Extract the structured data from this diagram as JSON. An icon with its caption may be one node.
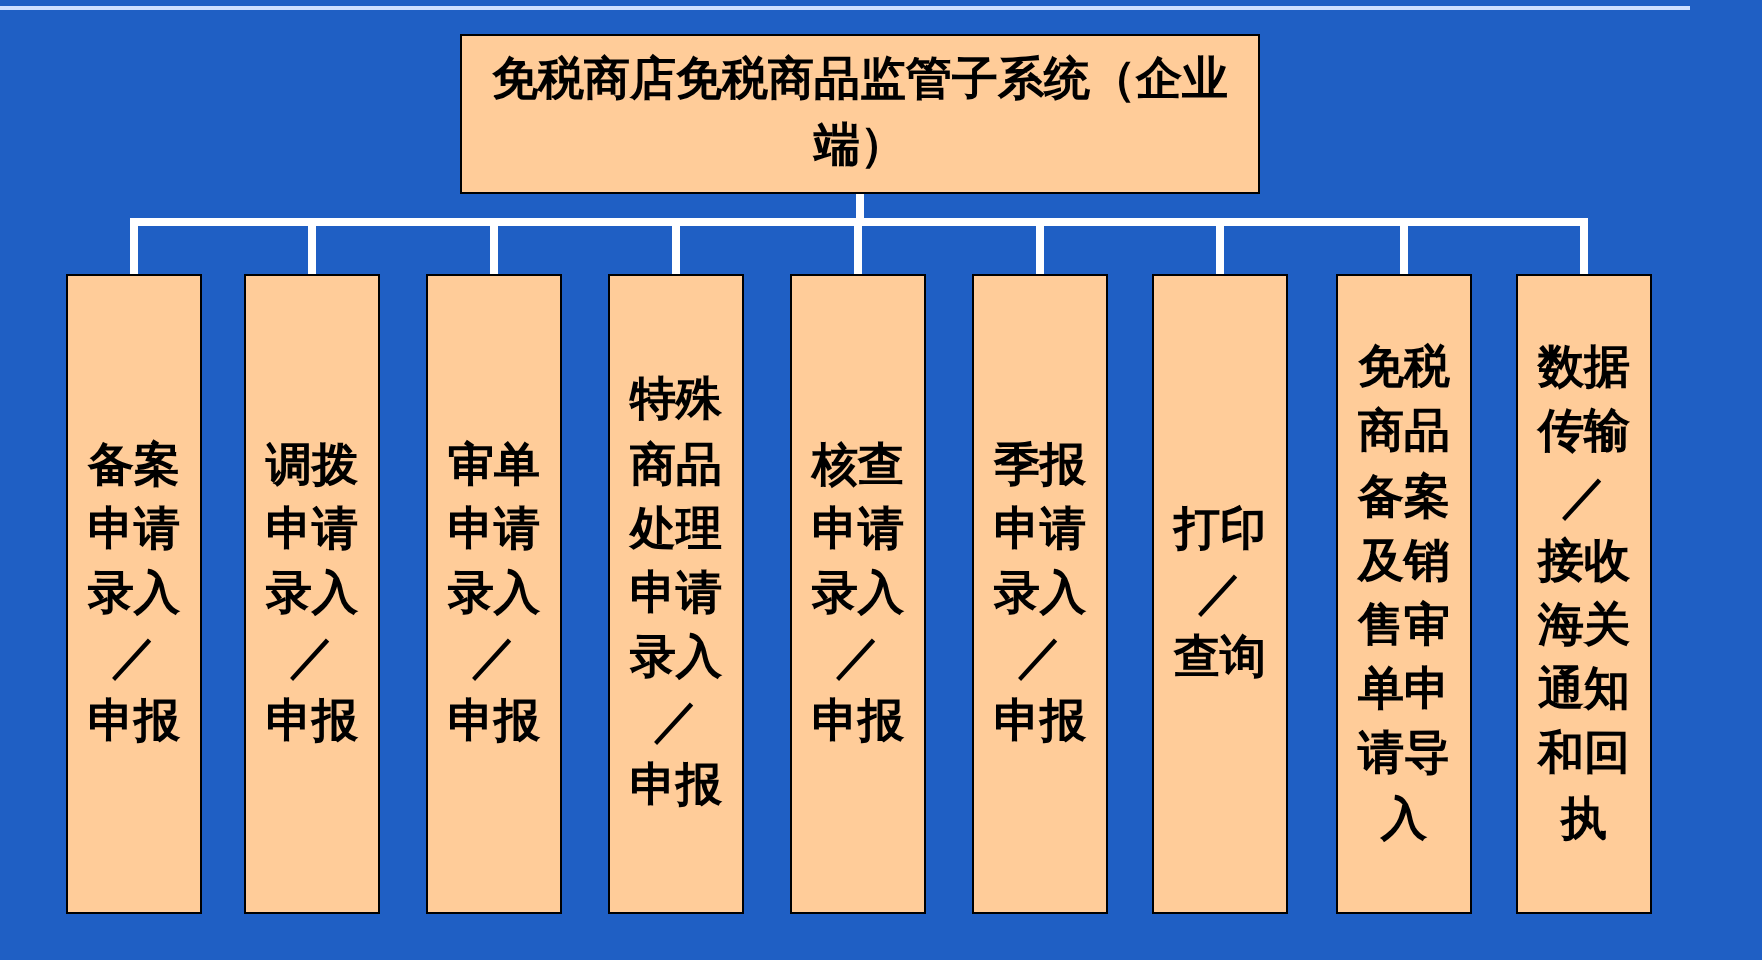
{
  "diagram": {
    "nodes": [
      {
        "text": [
          "免税商店免税商品监管子系统（企业端）"
        ]
      },
      {
        "text": [
          "备案申请录入／申报"
        ]
      },
      {
        "text": [
          "调拨申请录入／申报"
        ]
      },
      {
        "text": [
          "审单申请录入／申报"
        ]
      },
      {
        "text": [
          "特殊商品处理申请录入／申报"
        ]
      },
      {
        "text": [
          "核查申请录入／申报"
        ]
      },
      {
        "text": [
          "季报申请录入／申报"
        ]
      },
      {
        "text": [
          "打印／查询"
        ]
      },
      {
        "text": [
          "免税商品备案及销售审单申请导入"
        ]
      },
      {
        "text": [
          "数据传输／接收海关通知和回执"
        ]
      }
    ],
    "edges": [
      {
        "from": 0,
        "to": 1,
        "arrow": "none"
      },
      {
        "from": 0,
        "to": 2,
        "arrow": "none"
      },
      {
        "from": 0,
        "to": 3,
        "arrow": "none"
      },
      {
        "from": 0,
        "to": 4,
        "arrow": "none"
      },
      {
        "from": 0,
        "to": 5,
        "arrow": "none"
      },
      {
        "from": 0,
        "to": 6,
        "arrow": "none"
      },
      {
        "from": 0,
        "to": 7,
        "arrow": "none"
      },
      {
        "from": 0,
        "to": 8,
        "arrow": "none"
      },
      {
        "from": 0,
        "to": 9,
        "arrow": "none"
      }
    ]
  }
}
